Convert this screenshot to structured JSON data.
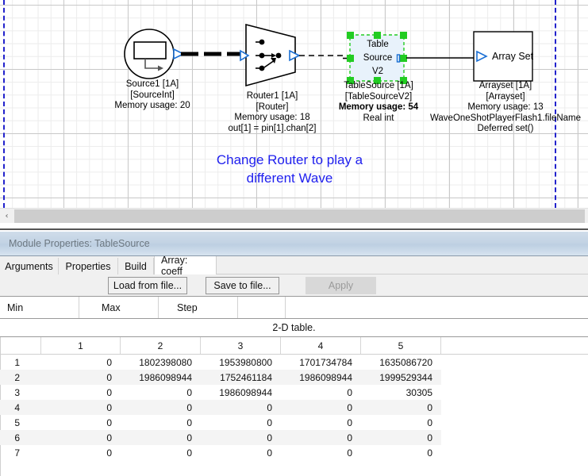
{
  "canvas": {
    "annotation": {
      "line1": "Change Router to play a",
      "line2": "different Wave"
    },
    "nodes": [
      {
        "id": "source1",
        "shape": "circle-source",
        "labels": [
          "Source1 [1A]",
          "[SourceInt]",
          "Memory usage: 20"
        ]
      },
      {
        "id": "router1",
        "shape": "trapezoid-router",
        "labels": [
          "Router1 [1A]",
          "[Router]",
          "Memory usage: 18",
          "out[1] = pin[1].chan[2]"
        ]
      },
      {
        "id": "tablesource",
        "shape": "selected-box",
        "body": [
          "Table",
          "Source",
          "V2"
        ],
        "labels": [
          "TableSource [1A]",
          "[TableSourceV2]",
          "Memory usage: 54",
          "Real int"
        ],
        "bold_label_index": 2,
        "selected": true
      },
      {
        "id": "arrayset",
        "shape": "box",
        "body": [
          "Array Set"
        ],
        "labels": [
          "Arrayset [1A]",
          "[Arrayset]",
          "Memory usage: 13",
          "WaveOneShotPlayerFlash1.fileName",
          "Deferred set()"
        ]
      }
    ]
  },
  "scrollbar": {
    "left_arrow": "‹"
  },
  "properties_panel": {
    "title": "Module Properties: TableSource",
    "tabs": [
      {
        "label": "Arguments",
        "active": false
      },
      {
        "label": "Properties",
        "active": false
      },
      {
        "label": "Build",
        "active": false
      },
      {
        "label": "Array: coeff",
        "active": true
      }
    ],
    "buttons": [
      {
        "label": "Load from file...",
        "disabled": false
      },
      {
        "label": "Save to file...",
        "disabled": false
      },
      {
        "label": "Apply",
        "disabled": true
      }
    ],
    "range_headers": [
      "Min",
      "Max",
      "Step"
    ],
    "table_caption": "2-D table."
  },
  "table_data": {
    "column_headers": [
      "1",
      "2",
      "3",
      "4",
      "5"
    ],
    "row_headers": [
      "1",
      "2",
      "3",
      "4",
      "5",
      "6",
      "7"
    ],
    "rows": [
      [
        "0",
        "1802398080",
        "1953980800",
        "1701734784",
        "1635086720"
      ],
      [
        "0",
        "1986098944",
        "1752461184",
        "1986098944",
        "1999529344"
      ],
      [
        "0",
        "0",
        "1986098944",
        "0",
        "30305"
      ],
      [
        "0",
        "0",
        "0",
        "0",
        "0"
      ],
      [
        "0",
        "0",
        "0",
        "0",
        "0"
      ],
      [
        "0",
        "0",
        "0",
        "0",
        "0"
      ],
      [
        "0",
        "0",
        "0",
        "0",
        "0"
      ]
    ]
  },
  "colors": {
    "annotation": "#2020ee",
    "selection_handle": "#22cc22",
    "selected_fill": "#e8f2fb",
    "page_break": "#2222cc"
  }
}
